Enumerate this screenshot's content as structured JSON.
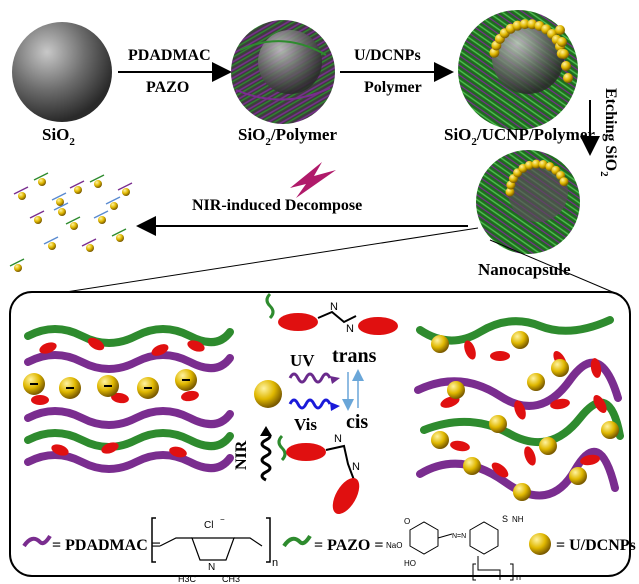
{
  "top_row": {
    "step1_reagent_a": "PDADMAC",
    "step1_reagent_b": "PAZO",
    "step2_reagent_a": "U/DCNPs",
    "step2_reagent_b": "Polymer",
    "stage1_label": "SiO",
    "stage1_sub": "2",
    "stage2_label": "SiO",
    "stage2_sub": "2",
    "stage2_suffix": "/Polymer",
    "stage3_label": "SiO",
    "stage3_sub": "2",
    "stage3_suffix": "/UCNP/Polymer"
  },
  "etch": {
    "text": "Etching SiO",
    "sub": "2"
  },
  "decompose_label": "NIR-induced Decompose",
  "nanocapsule_label": "Nanocapsule",
  "isomer": {
    "trans": "trans",
    "cis": "cis",
    "uv": "UV",
    "vis": "Vis",
    "nir": "NIR",
    "uv_color": "#6a2a8c",
    "vis_color": "#1a1ad9"
  },
  "legend": {
    "pdadmac": "= PDADMAC =",
    "pazo": "= PAZO =",
    "ucnp": "= U/DCNPs",
    "cl": "Cl",
    "n_plus": "N",
    "ch3a": "H3C",
    "ch3b": "CH3",
    "n_sub": "n",
    "naoo": "NaO",
    "ho": "HO",
    "o_top": "O",
    "s": "S",
    "nh": "NH",
    "n_sub2": "n"
  },
  "colors": {
    "pdadmac": "#7a2d8f",
    "pazo": "#2e8b2e",
    "azo": "#e01010",
    "particle": "#d9b300",
    "sphere": "#7a7a7a"
  }
}
